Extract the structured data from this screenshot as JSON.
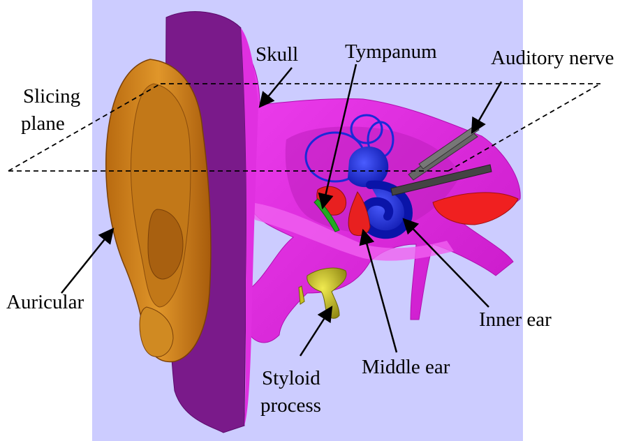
{
  "labels": {
    "skull": "Skull",
    "tympanum": "Tympanum",
    "auditory_nerve": "Auditory nerve",
    "slicing_plane_line1": "Slicing",
    "slicing_plane_line2": "plane",
    "auricular": "Auricular",
    "inner_ear": "Inner ear",
    "middle_ear": "Middle ear",
    "styloid_process_line1": "Styloid",
    "styloid_process_line2": "process"
  },
  "colors": {
    "background": "#ccccff",
    "skull": "#ee22ee",
    "skull_dark": "#7a1a8a",
    "auricular": "#d4861a",
    "inner_ear": "#1a2ad8",
    "middle_ear": "#e82020",
    "styloid_process": "#c8c020",
    "auditory_nerve": "#555555",
    "tympanum": "#22aa22"
  }
}
